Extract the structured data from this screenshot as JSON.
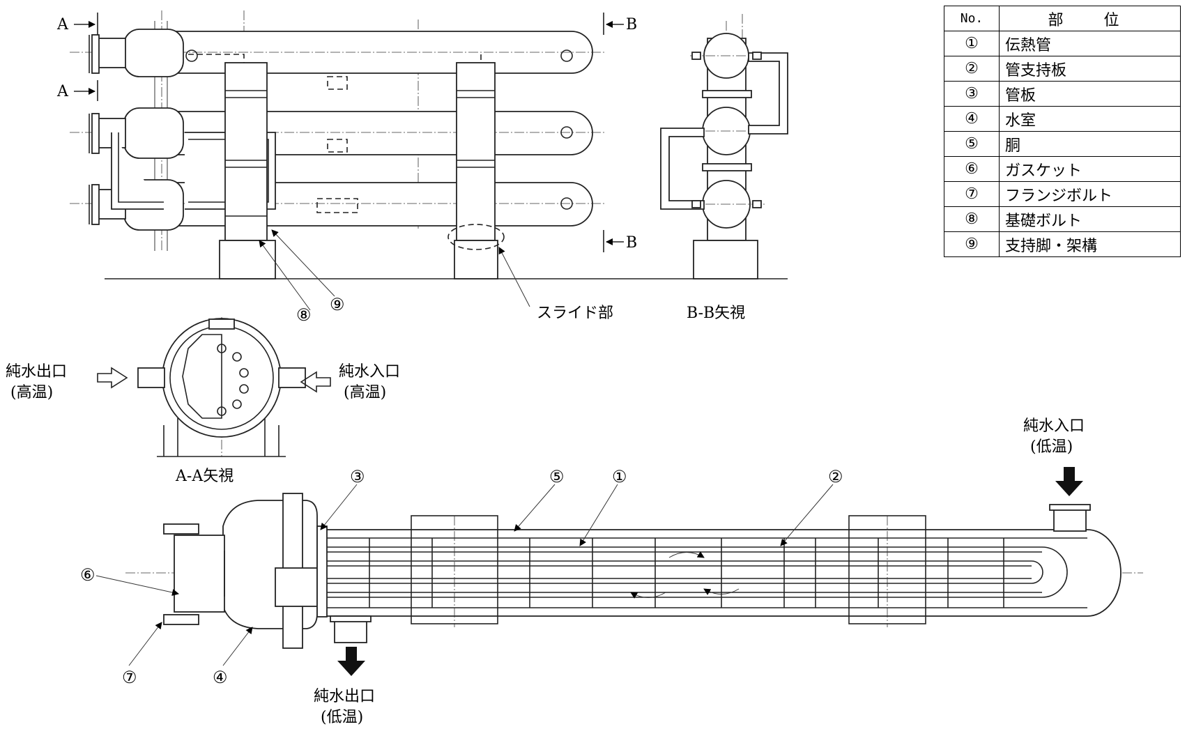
{
  "table": {
    "header_no": "No.",
    "header_part": "部　位",
    "rows": [
      {
        "no": "①",
        "part": "伝熱管"
      },
      {
        "no": "②",
        "part": "管支持板"
      },
      {
        "no": "③",
        "part": "管板"
      },
      {
        "no": "④",
        "part": "水室"
      },
      {
        "no": "⑤",
        "part": "胴"
      },
      {
        "no": "⑥",
        "part": "ガスケット"
      },
      {
        "no": "⑦",
        "part": "フランジボルト"
      },
      {
        "no": "⑧",
        "part": "基礎ボルト"
      },
      {
        "no": "⑨",
        "part": "支持脚・架構"
      }
    ]
  },
  "top_view": {
    "section_a_1": "A",
    "section_a_2": "A",
    "section_b_1": "B",
    "section_b_2": "B",
    "callout_8": "⑧",
    "callout_9": "⑨",
    "slide_label": "スライド部",
    "bb_view_label": "B-B矢視"
  },
  "aa_view": {
    "label": "A-A矢視",
    "outlet_high_line1": "純水出口",
    "outlet_high_line2": "(高温)",
    "inlet_high_line1": "純水入口",
    "inlet_high_line2": "(高温)"
  },
  "section_view": {
    "callout_3": "③",
    "callout_5": "⑤",
    "callout_1": "①",
    "callout_2": "②",
    "callout_6": "⑥",
    "callout_7": "⑦",
    "callout_4": "④",
    "inlet_low_line1": "純水入口",
    "inlet_low_line2": "(低温)",
    "outlet_low_line1": "純水出口",
    "outlet_low_line2": "(低温)"
  }
}
